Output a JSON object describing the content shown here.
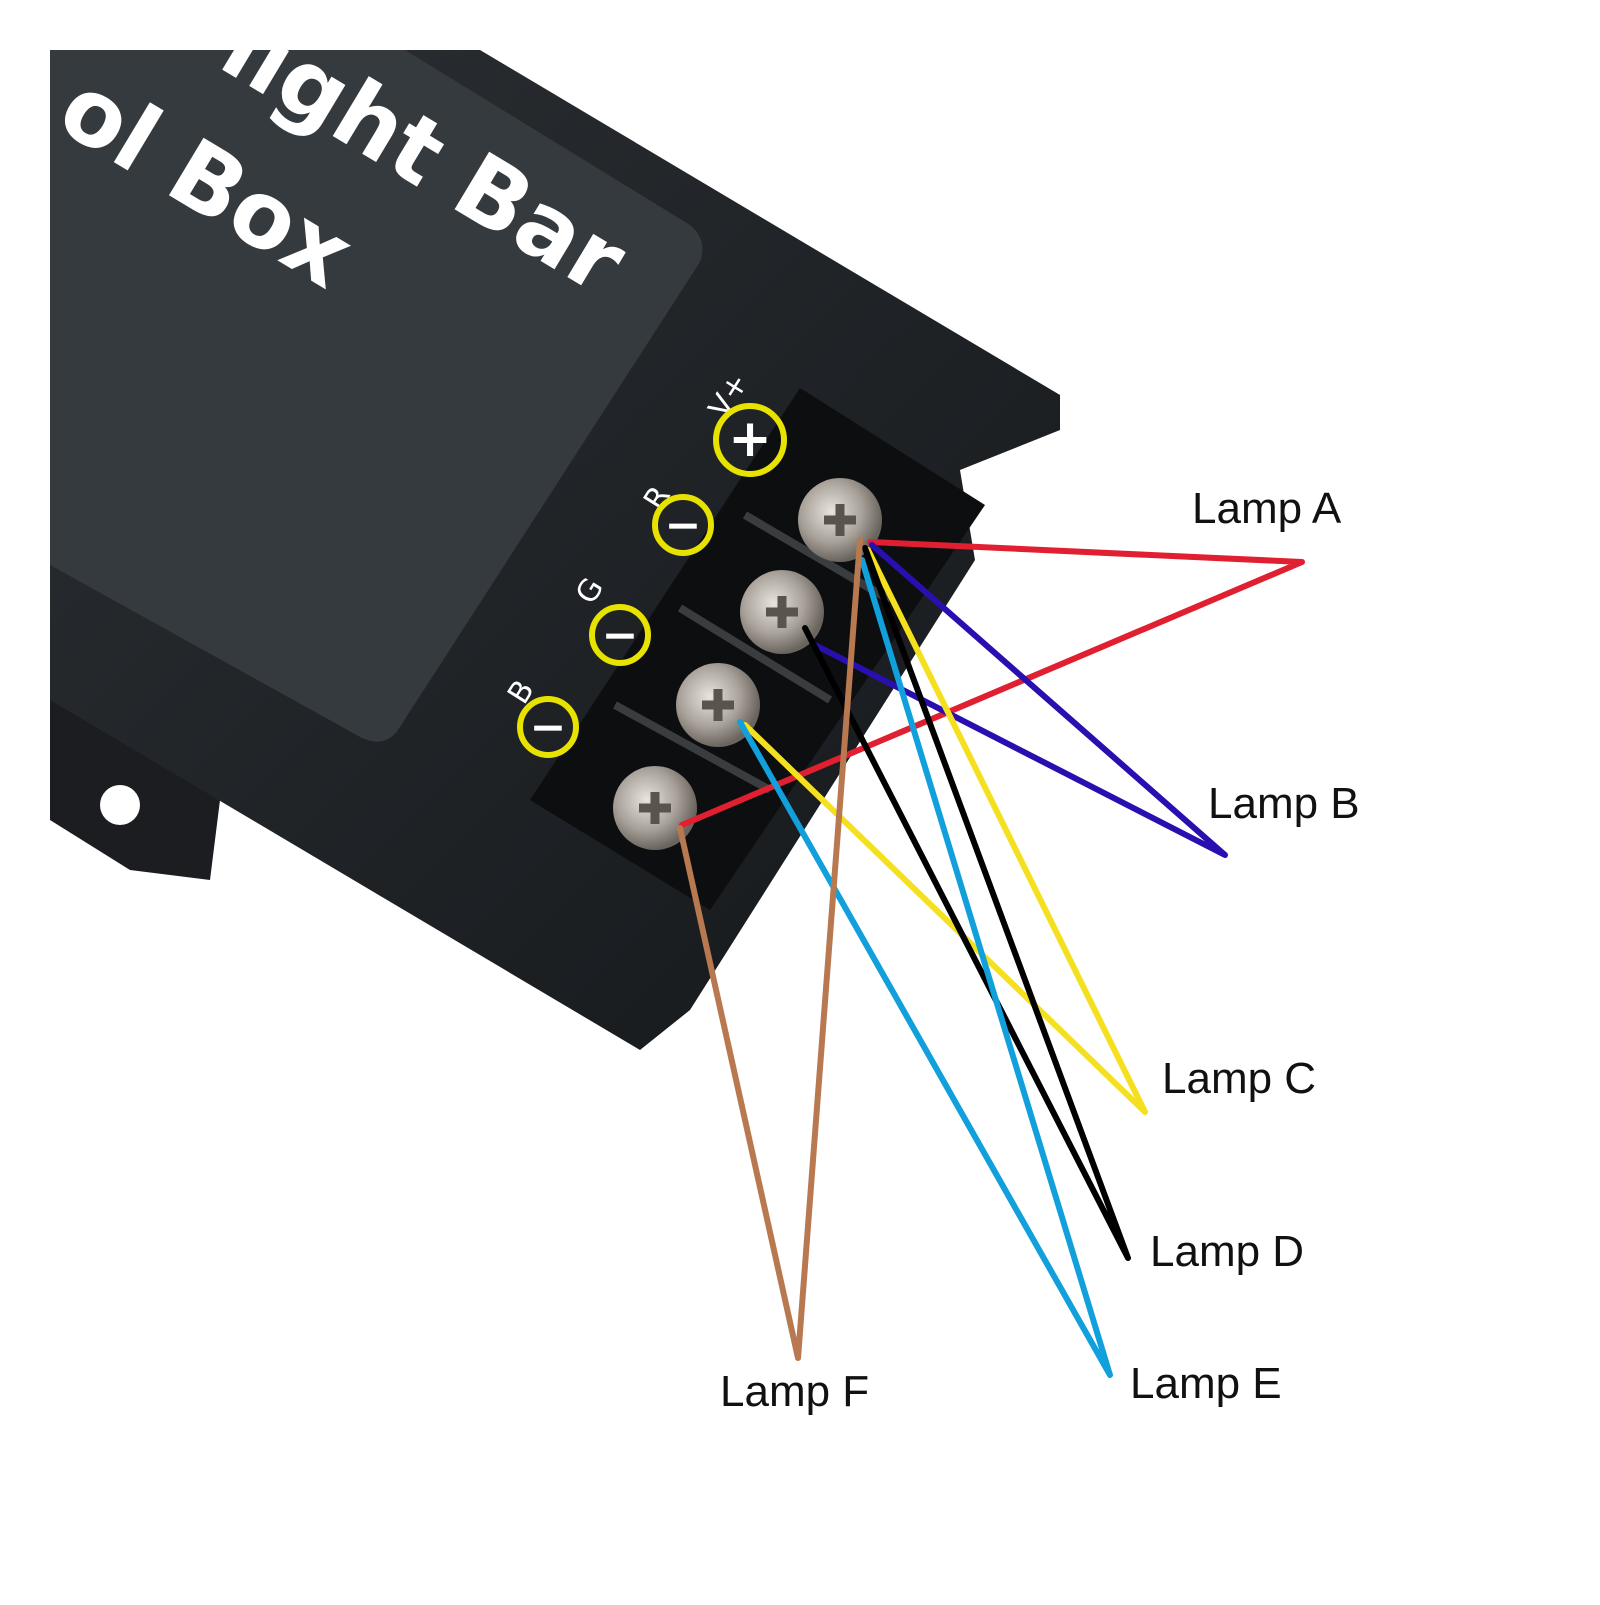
{
  "box": {
    "line1": "D light Bar",
    "line2": "ol  Box"
  },
  "terminals": [
    {
      "id": "vplus",
      "label": "V+",
      "symbol": "+"
    },
    {
      "id": "r",
      "label": "R",
      "symbol": "−"
    },
    {
      "id": "g",
      "label": "G",
      "symbol": "−"
    },
    {
      "id": "b",
      "label": "B",
      "symbol": "−"
    }
  ],
  "lamps": [
    {
      "id": "a",
      "label": "Lamp A"
    },
    {
      "id": "b",
      "label": "Lamp B"
    },
    {
      "id": "c",
      "label": "Lamp C"
    },
    {
      "id": "d",
      "label": "Lamp D"
    },
    {
      "id": "e",
      "label": "Lamp E"
    },
    {
      "id": "f",
      "label": "Lamp F"
    }
  ],
  "wire_colors": {
    "red": "#e02030",
    "blue": "#2a0fb0",
    "yellow": "#f5e020",
    "black": "#000000",
    "cyan": "#12a0dc",
    "brown": "#b87850"
  },
  "marker_color": "#e8e200"
}
